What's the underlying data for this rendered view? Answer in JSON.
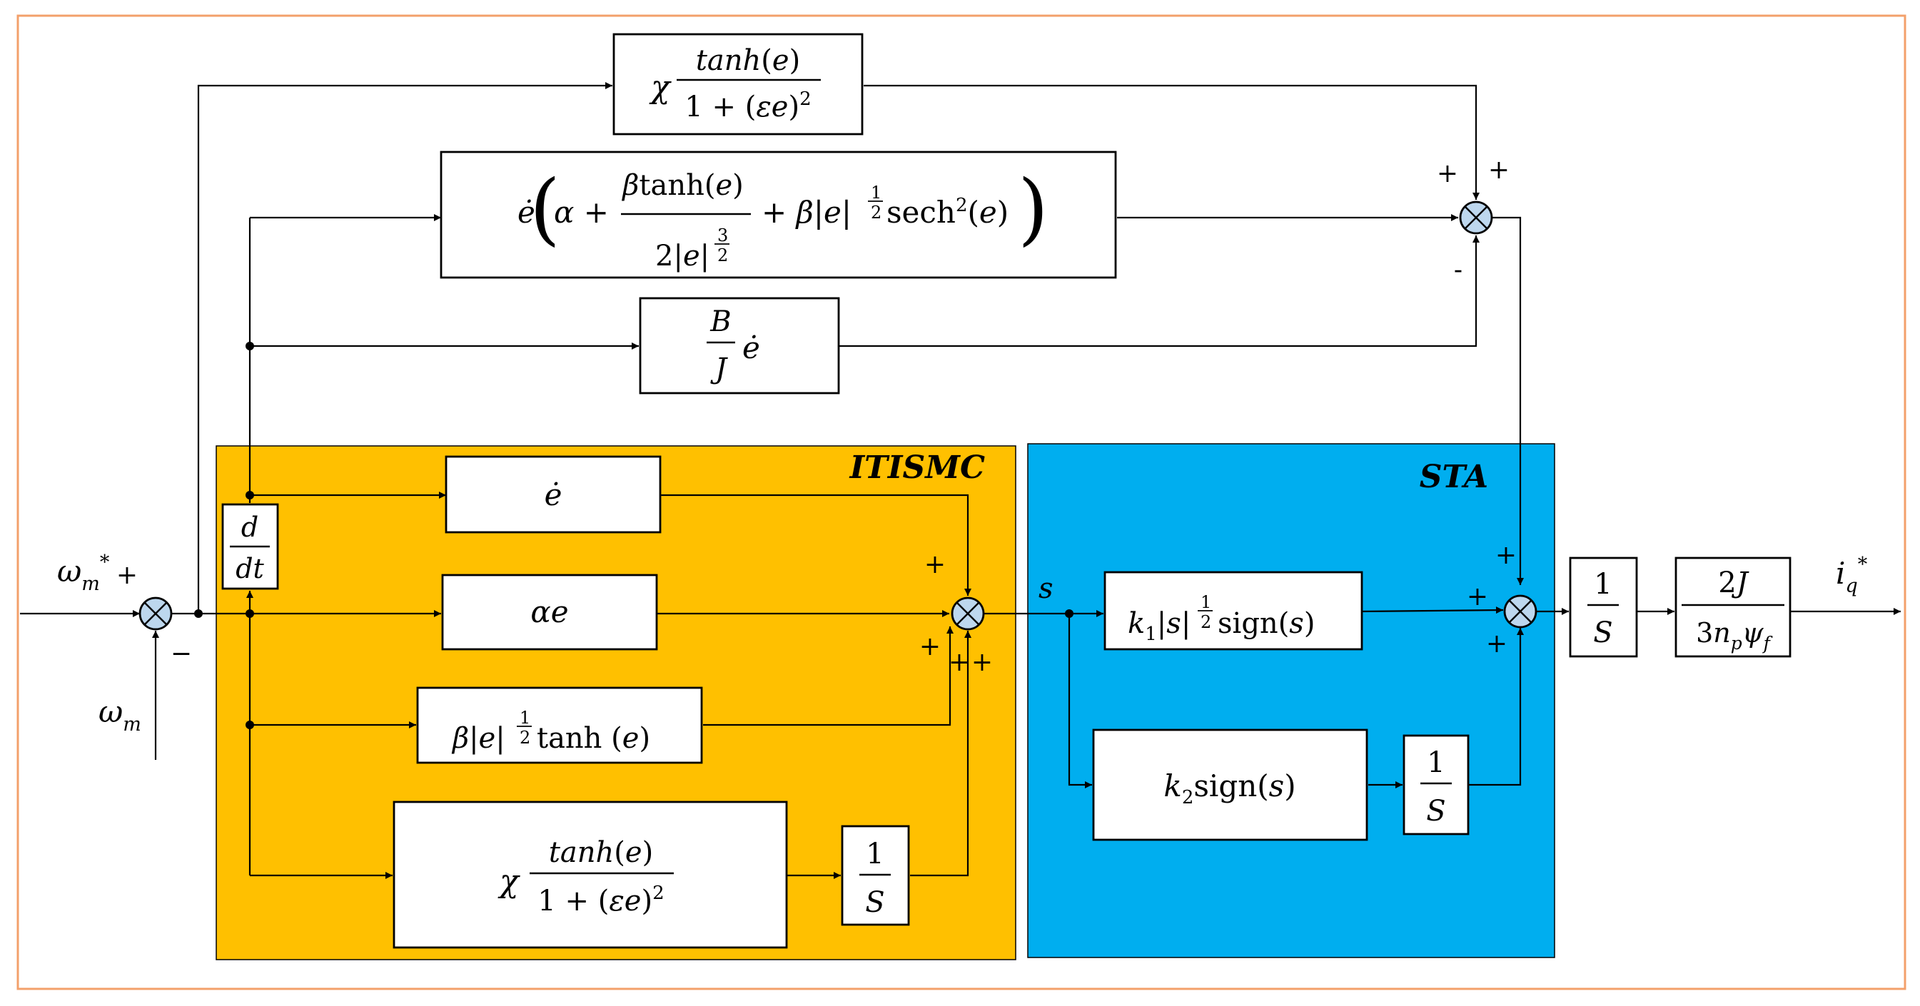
{
  "colors": {
    "frame": "#F3A06B",
    "itismc_fill": "#FFC000",
    "sta_fill": "#00AEEF",
    "summer_fill": "#BDD7EE"
  },
  "regions": {
    "itismc": "ITISMC",
    "sta": "STA"
  },
  "io": {
    "ref_input": "ω*m",
    "feedback_input": "ωm",
    "output": "i*q",
    "sliding_variable": "s"
  },
  "blocks": {
    "top_chi": "χ tanh(e) / (1 + (εe)²)",
    "edot_poly": "ė ( α + βtanh(e) / (2|e|^(3/2)) + β|e|^(1/2) sech²(e) )",
    "b_over_j": "(B/J) ė",
    "derivative": "d/dt",
    "edot": "ė",
    "alpha_e": "αe",
    "beta_tanh": "β|e|^(1/2) tanh (e)",
    "chi_inner": "χ tanh(e) / (1 + (εe)²)",
    "integrator_itismc": "1/S",
    "sta_k1": "k1|s|^(1/2) sign(s)",
    "sta_k2": "k2 sign(s)",
    "integrator_sta": "1/S",
    "integrator_main": "1/S",
    "gain": "2J / (3 np ψf)"
  },
  "signs": {
    "input_summer": [
      "+",
      "−"
    ],
    "top_summer": [
      "+",
      "+",
      "-"
    ],
    "itismc_summer": [
      "+",
      "+",
      "+",
      "+"
    ],
    "sta_summer": [
      "+",
      "+",
      "+"
    ]
  }
}
